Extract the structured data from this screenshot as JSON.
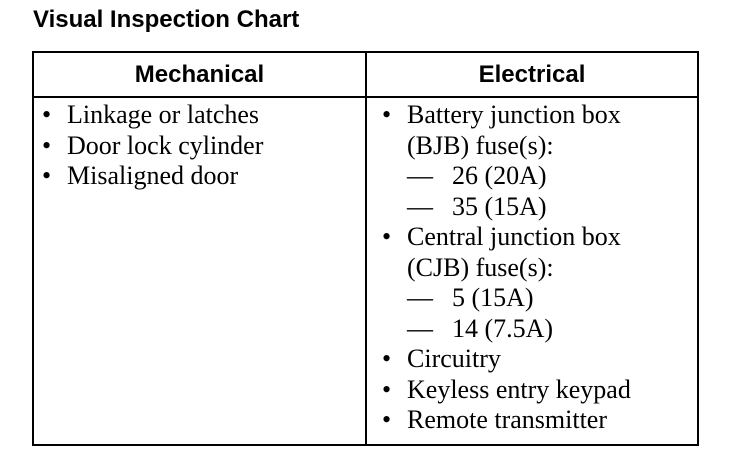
{
  "title": "Visual Inspection Chart",
  "table": {
    "headers": [
      "Mechanical",
      "Electrical"
    ],
    "mechanical": {
      "bullet": "•",
      "items": [
        "Linkage or latches",
        "Door lock cylinder",
        "Misaligned door"
      ]
    },
    "electrical": {
      "bullet": "•",
      "dash": "—",
      "lines": [
        "Battery junction box",
        "(BJB) fuse(s):",
        "26 (20A)",
        "35 (15A)",
        "Central junction box",
        "(CJB) fuse(s):",
        "5 (15A)",
        "14 (7.5A)",
        "Circuitry",
        "Keyless entry keypad",
        "Remote transmitter"
      ]
    }
  }
}
